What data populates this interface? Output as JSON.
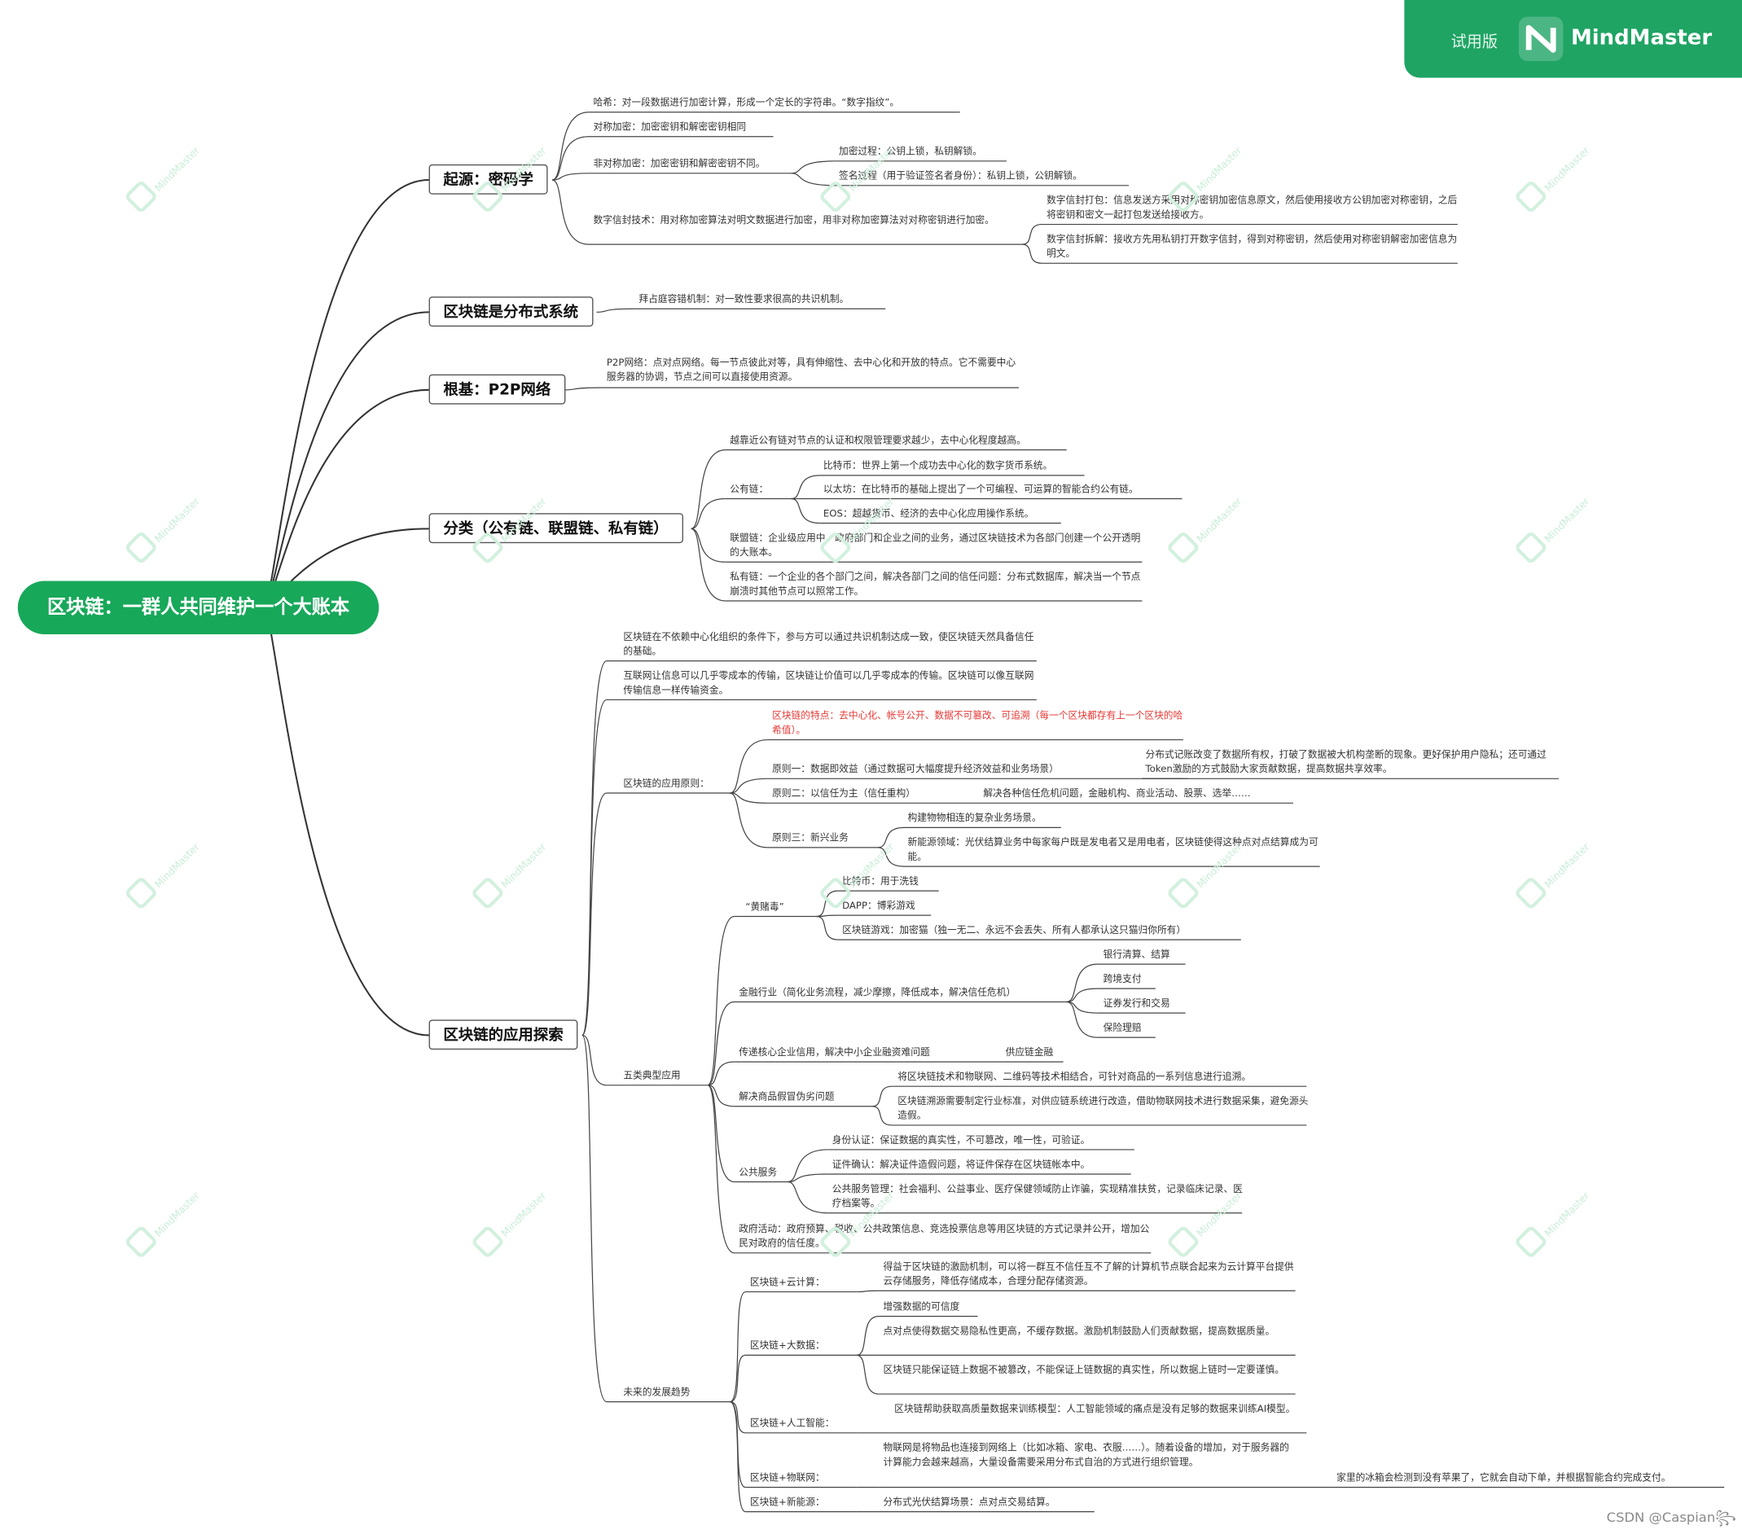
{
  "brand": {
    "trial": "试用版",
    "name": "MindMaster",
    "watermark": "MindMaster"
  },
  "root": "区块链：一群人共同维护一个大账本",
  "credit": "CSDN @Caspian꧂",
  "branches": {
    "origin": {
      "title": "起源：密码学",
      "hash": "哈希：对一段数据进行加密计算，形成一个定长的字符串。“数字指纹”。",
      "symmetric": "对称加密：加密密钥和解密密钥相同",
      "asymmetric": "非对称加密：加密密钥和解密密钥不同。",
      "encrypt_process": "加密过程：公钥上锁，私钥解锁。",
      "sign_process": "签名过程（用于验证签名者身份）：私钥上锁，公钥解锁。",
      "envelope": "数字信封技术：用对称加密算法对明文数据进行加密，用非对称加密算法对对称密钥进行加密。",
      "envelope_pack": "数字信封打包：信息发送方采用对称密钥加密信息原文，然后使用接收方公钥加密对称密钥，之后将密钥和密文一起打包发送给接收方。",
      "envelope_unpack": "数字信封拆解：接收方先用私钥打开数字信封，得到对称密钥，然后使用对称密钥解密加密信息为明文。"
    },
    "distributed": {
      "title": "区块链是分布式系统",
      "bft": "拜占庭容错机制：对一致性要求很高的共识机制。"
    },
    "p2p": {
      "title": "根基：P2P网络",
      "desc": "P2P网络：点对点网络。每一节点彼此对等，具有伸缩性、去中心化和开放的特点。它不需要中心服务器的协调，节点之间可以直接使用资源。"
    },
    "types": {
      "title": "分类（公有链、联盟链、私有链）",
      "closer": "越靠近公有链对节点的认证和权限管理要求越少，去中心化程度越高。",
      "public": "公有链：",
      "btc": "比特币：世界上第一个成功去中心化的数字货币系统。",
      "eth": "以太坊：在比特币的基础上提出了一个可编程、可运算的智能合约公有链。",
      "eos": "EOS：超越货币、经济的去中心化应用操作系统。",
      "consortium": "联盟链：企业级应用中，政府部门和企业之间的业务，通过区块链技术为各部门创建一个公开透明的大账本。",
      "private": "私有链：一个企业的各个部门之间，解决各部门之间的信任问题：分布式数据库，解决当一个节点崩溃时其他节点可以照常工作。"
    },
    "apps": {
      "title": "区块链的应用探索",
      "consensus": "区块链在不依赖中心化组织的条件下，参与方可以通过共识机制达成一致，使区块链天然具备信任的基础。",
      "value": "互联网让信息可以几乎零成本的传输，区块链让价值可以几乎零成本的传输。区块链可以像互联网传输信息一样传输资金。",
      "principles": "区块链的应用原则：",
      "features": "区块链的特点：去中心化、帐号公开、数据不可篡改、可追溯（每一个区块都存有上一个区块的哈希值）。",
      "p1": "原则一：数据即效益（通过数据可大幅度提升经济效益和业务场景）",
      "p1_detail": "分布式记账改变了数据所有权，打破了数据被大机构垄断的现象。更好保护用户隐私；还可通过Token激励的方式鼓励大家贡献数据，提高数据共享效率。",
      "p2": "原则二：以信任为主（信任重构）",
      "p2_detail": "解决各种信任危机问题，金融机构、商业活动、股票、选举……",
      "p3": "原则三：新兴业务",
      "p3_a": "构建物物相连的复杂业务场景。",
      "p3_b": "新能源领域：光伏结算业务中每家每户既是发电者又是用电者，区块链使得这种点对点结算成为可能。",
      "five": "五类典型应用",
      "gambling": "“黄赌毒”",
      "g1": "比特币：用于洗钱",
      "g2": "DAPP：博彩游戏",
      "g3": "区块链游戏：加密猫（独一无二、永远不会丢失、所有人都承认这只猫归你所有）",
      "finance": "金融行业（简化业务流程，减少摩擦，降低成本，解决信任危机）",
      "f1": "银行清算、结算",
      "f2": "跨境支付",
      "f3": "证券发行和交易",
      "f4": "保险理赔",
      "sme": "传递核心企业信用，解决中小企业融资难问题",
      "supply": "供应链金融",
      "fake": "解决商品假冒伪劣问题",
      "fake_a": "将区块链技术和物联网、二维码等技术相结合，可针对商品的一系列信息进行追溯。",
      "fake_b": "区块链溯源需要制定行业标准，对供应链系统进行改造，借助物联网技术进行数据采集，避免源头造假。",
      "public_service": "公共服务",
      "ps1": "身份认证：保证数据的真实性，不可篡改，唯一性，可验证。",
      "ps2": "证件确认：解决证件造假问题，将证件保存在区块链帐本中。",
      "ps3": "公共服务管理：社会福利、公益事业、医疗保健领域防止诈骗，实现精准扶贫，记录临床记录、医疗档案等。",
      "gov": "政府活动：政府预算、税收、公共政策信息、竞选投票信息等用区块链的方式记录并公开，增加公民对政府的信任度。",
      "future": "未来的发展趋势",
      "cloud": "区块链+云计算：",
      "cloud_d": "得益于区块链的激励机制，可以将一群互不信任互不了解的计算机节点联合起来为云计算平台提供云存储服务，降低存储成本，合理分配存储资源。",
      "bigdata": "区块链+大数据：",
      "bd1": "增强数据的可信度",
      "bd2": "点对点使得数据交易隐私性更高，不缓存数据。激励机制鼓励人们贡献数据，提高数据质量。",
      "bd3": "区块链只能保证链上数据不被篡改，不能保证上链数据的真实性，所以数据上链时一定要谨慎。",
      "ai": "区块链+人工智能：",
      "ai_d": "区块链帮助获取高质量数据来训练模型：人工智能领域的痛点是没有足够的数据来训练AI模型。",
      "iot": "区块链+物联网：",
      "iot_d": "物联网是将物品也连接到网络上（比如冰箱、家电、衣服……）。随着设备的增加，对于服务器的计算能力会越来越高，大量设备需要采用分布式自治的方式进行组织管理。",
      "iot_e": "家里的冰箱会检测到没有苹果了，它就会自动下单，并根据智能合约完成支付。",
      "energy": "区块链+新能源：",
      "energy_d": "分布式光伏结算场景：点对点交易结算。"
    }
  }
}
